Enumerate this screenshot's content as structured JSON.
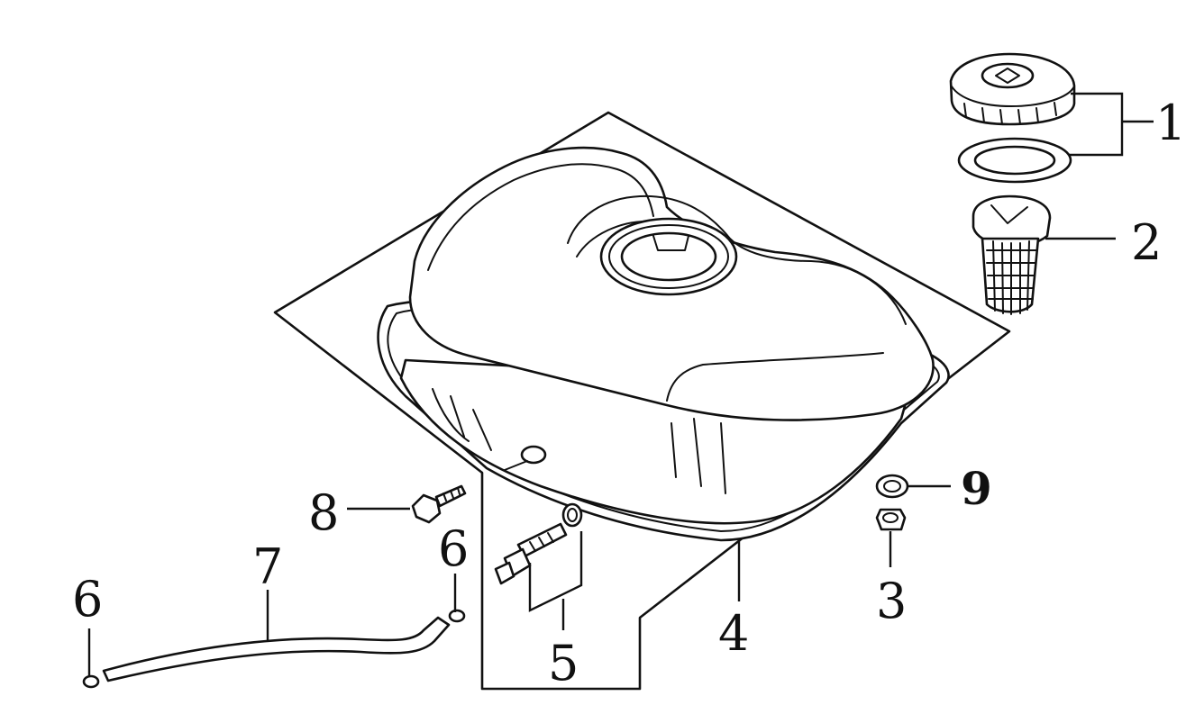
{
  "callouts": {
    "c1": "1",
    "c2": "2",
    "c3": "3",
    "c4": "4",
    "c5": "5",
    "c6a": "6",
    "c6b": "6",
    "c7": "7",
    "c8": "8",
    "c9": "9"
  },
  "colors": {
    "line": "#111111",
    "background": "#ffffff"
  }
}
